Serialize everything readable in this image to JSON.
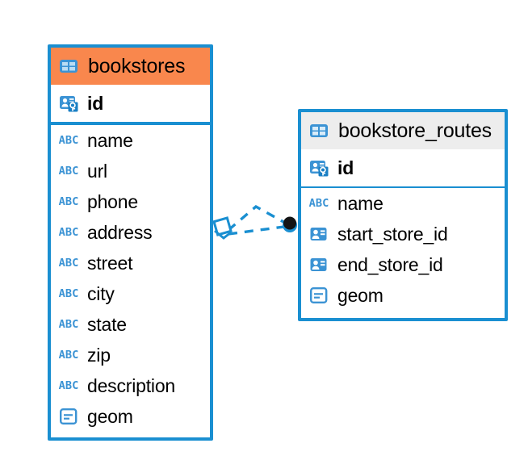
{
  "diagram": {
    "title": "database-entity-relationship-diagram",
    "colors": {
      "border_blue": "#1a8fd1",
      "selected_header_orange": "#f9874d",
      "plain_header_gray": "#ededed",
      "icon_blue": "#3b93d4",
      "relation_line": "#1a8fd1",
      "relation_endpoint_dark": "#141414",
      "background": "#ffffff"
    },
    "entities": [
      {
        "id": "bookstores",
        "name": "bookstores",
        "selected": true,
        "header_icon": "table-icon",
        "fields": [
          {
            "name": "id",
            "icon": "primary-key-icon",
            "key": "pk"
          },
          {
            "name": "name",
            "icon": "abc-text-icon",
            "key": ""
          },
          {
            "name": "url",
            "icon": "abc-text-icon",
            "key": ""
          },
          {
            "name": "phone",
            "icon": "abc-text-icon",
            "key": ""
          },
          {
            "name": "address",
            "icon": "abc-text-icon",
            "key": ""
          },
          {
            "name": "street",
            "icon": "abc-text-icon",
            "key": ""
          },
          {
            "name": "city",
            "icon": "abc-text-icon",
            "key": ""
          },
          {
            "name": "state",
            "icon": "abc-text-icon",
            "key": ""
          },
          {
            "name": "zip",
            "icon": "abc-text-icon",
            "key": ""
          },
          {
            "name": "description",
            "icon": "abc-text-icon",
            "key": ""
          },
          {
            "name": "geom",
            "icon": "geometry-icon",
            "key": ""
          }
        ]
      },
      {
        "id": "bookstore_routes",
        "name": "bookstore_routes",
        "selected": false,
        "header_icon": "table-icon",
        "fields": [
          {
            "name": "id",
            "icon": "primary-key-icon",
            "key": "pk"
          },
          {
            "name": "name",
            "icon": "abc-text-icon",
            "key": ""
          },
          {
            "name": "start_store_id",
            "icon": "foreign-key-icon",
            "key": "fk"
          },
          {
            "name": "end_store_id",
            "icon": "foreign-key-icon",
            "key": "fk"
          },
          {
            "name": "geom",
            "icon": "geometry-icon",
            "key": ""
          }
        ]
      }
    ],
    "relationships": [
      {
        "id": "start_store_id-to-bookstores-id",
        "from": "bookstore_routes.start_store_id",
        "to": "bookstores.id",
        "style": "dashed",
        "source_marker": "filled-circle",
        "target_marker": "diamond"
      },
      {
        "id": "end_store_id-to-bookstores-id",
        "from": "bookstore_routes.end_store_id",
        "to": "bookstores.id",
        "style": "dashed",
        "source_marker": "filled-circle",
        "target_marker": "diamond"
      }
    ]
  }
}
